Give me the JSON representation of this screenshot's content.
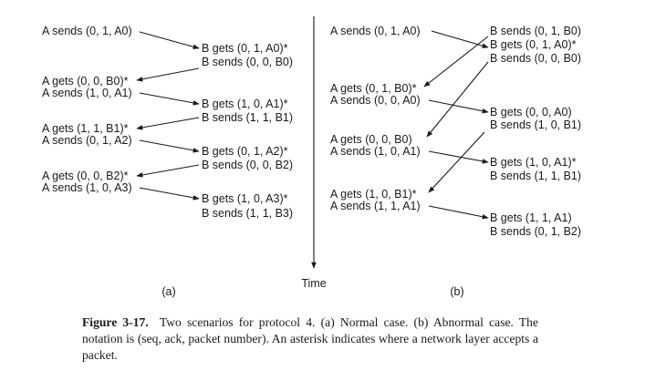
{
  "figure": {
    "time_label": "Time",
    "panel_a_label": "(a)",
    "panel_b_label": "(b)"
  },
  "panel_a": {
    "labels": [
      "A sends (0, 1, A0)",
      "B gets (0, 1, A0)*",
      "B sends (0, 0, B0)",
      "A gets (0, 0, B0)*",
      "A sends (1, 0, A1)",
      "B gets (1, 0, A1)*",
      "B sends (1, 1, B1)",
      "A gets (1, 1, B1)*",
      "A sends (0, 1, A2)",
      "B gets (0, 1, A2)*",
      "B sends (0, 0, B2)",
      "A gets (0, 0, B2)*",
      "A sends (1, 0, A3)",
      "B gets (1, 0, A3)*",
      "B sends (1, 1, B3)"
    ]
  },
  "panel_b": {
    "labels": [
      "A sends (0, 1, A0)",
      "B sends (0, 1, B0)",
      "B gets (0, 1, A0)*",
      "B sends (0, 0, B0)",
      "A gets (0, 1, B0)*",
      "A sends (0, 0, A0)",
      "B gets (0, 0, A0)",
      "B sends (1, 0, B1)",
      "A gets (0, 0, B0)",
      "A sends (1, 0, A1)",
      "B gets (1, 0, A1)*",
      "B sends (1, 1, B1)",
      "A gets (1, 0, B1)*",
      "A sends (1, 1, A1)",
      "B gets (1, 1, A1)",
      "B sends (0, 1, B2)"
    ]
  },
  "caption": {
    "title": "Figure 3-17.",
    "text": "Two scenarios for protocol 4. (a) Normal case. (b) Abnormal case. The notation is (seq, ack, packet number). An asterisk indicates where a network layer accepts a packet."
  }
}
